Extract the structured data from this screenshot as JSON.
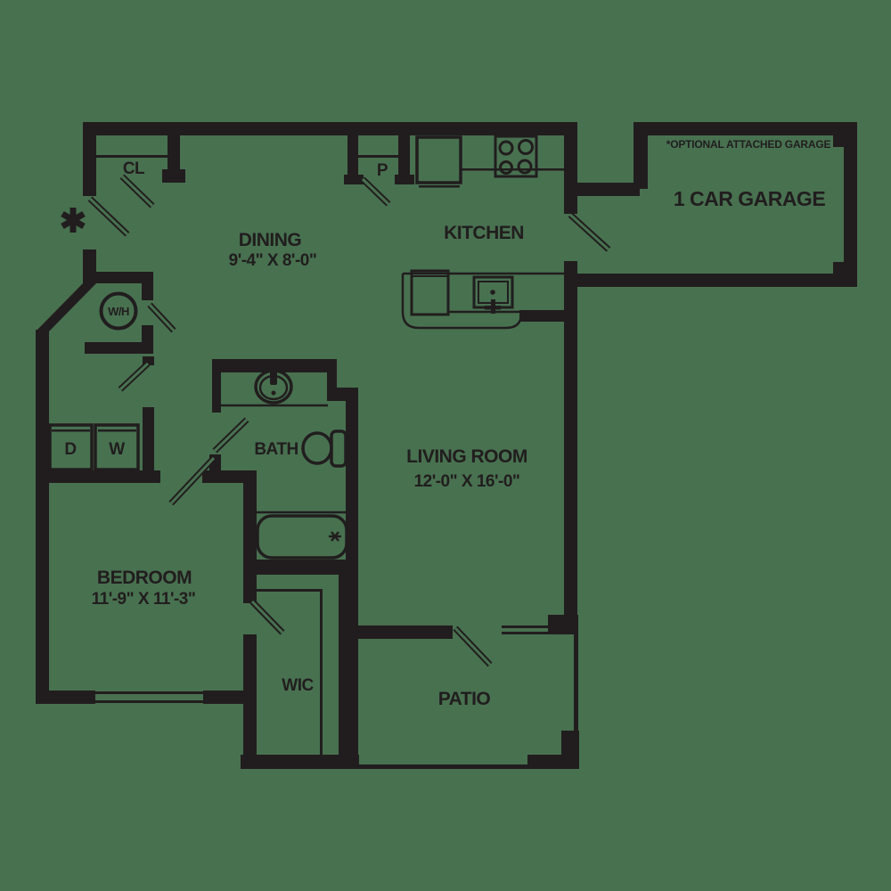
{
  "colors": {
    "background": "#487150",
    "ink": "#211D1E"
  },
  "rooms": {
    "closet": {
      "label": "CL"
    },
    "dining": {
      "label": "DINING",
      "dims": "9'-4\" X 8'-0\""
    },
    "pantry": {
      "label": "P"
    },
    "kitchen": {
      "label": "KITCHEN"
    },
    "garage": {
      "label": "1 CAR GARAGE",
      "note": "*OPTIONAL ATTACHED GARAGE"
    },
    "water_heater": {
      "label": "W/H"
    },
    "dryer": {
      "label": "D"
    },
    "washer": {
      "label": "W"
    },
    "bath": {
      "label": "BATH"
    },
    "living": {
      "label": "LIVING ROOM",
      "dims": "12'-0\" X 16'-0\""
    },
    "bedroom": {
      "label": "BEDROOM",
      "dims": "11'-9\" X 11'-3\""
    },
    "wic": {
      "label": "WIC"
    },
    "patio": {
      "label": "PATIO"
    },
    "entry_marker": {
      "label": "*"
    }
  }
}
